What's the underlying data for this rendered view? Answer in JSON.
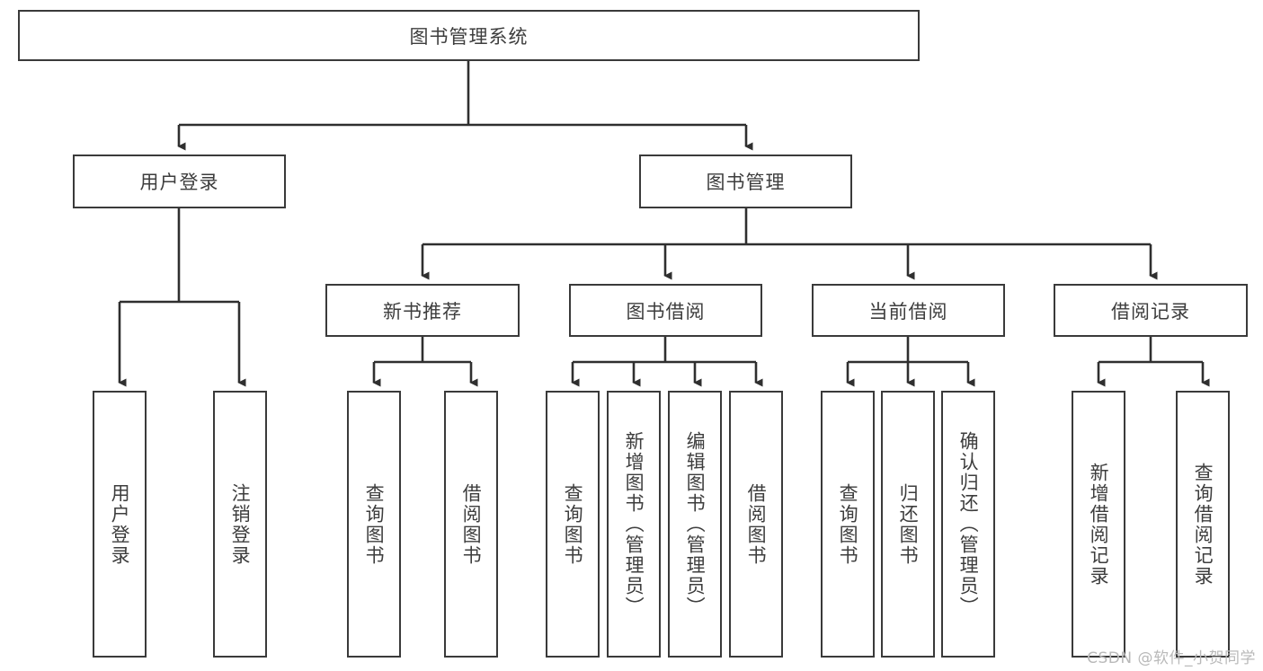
{
  "diagram": {
    "title": "图书管理系统",
    "type": "tree-hierarchy-diagram",
    "root": {
      "label": "图书管理系统"
    },
    "level2": [
      {
        "label": "用户登录"
      },
      {
        "label": "图书管理"
      }
    ],
    "level3": [
      {
        "label": "新书推荐"
      },
      {
        "label": "图书借阅"
      },
      {
        "label": "当前借阅"
      },
      {
        "label": "借阅记录"
      }
    ],
    "leaves": [
      {
        "label": "用户登录"
      },
      {
        "label": "注销登录"
      },
      {
        "label": "查询图书"
      },
      {
        "label": "借阅图书"
      },
      {
        "label": "查询图书"
      },
      {
        "label": "新增图书（管理员）"
      },
      {
        "label": "编辑图书（管理员）"
      },
      {
        "label": "借阅图书"
      },
      {
        "label": "查询图书"
      },
      {
        "label": "归还图书"
      },
      {
        "label": "确认归还（管理员）"
      },
      {
        "label": "新增借阅记录"
      },
      {
        "label": "查询借阅记录"
      }
    ]
  },
  "watermark": {
    "text": "CSDN @软件_小贺同学"
  },
  "colors": {
    "box_border": "#3a3a3a",
    "text": "#3d3d3d",
    "background": "#ffffff",
    "watermark": "#b9b9b9",
    "connector": "#2f2f2f"
  }
}
